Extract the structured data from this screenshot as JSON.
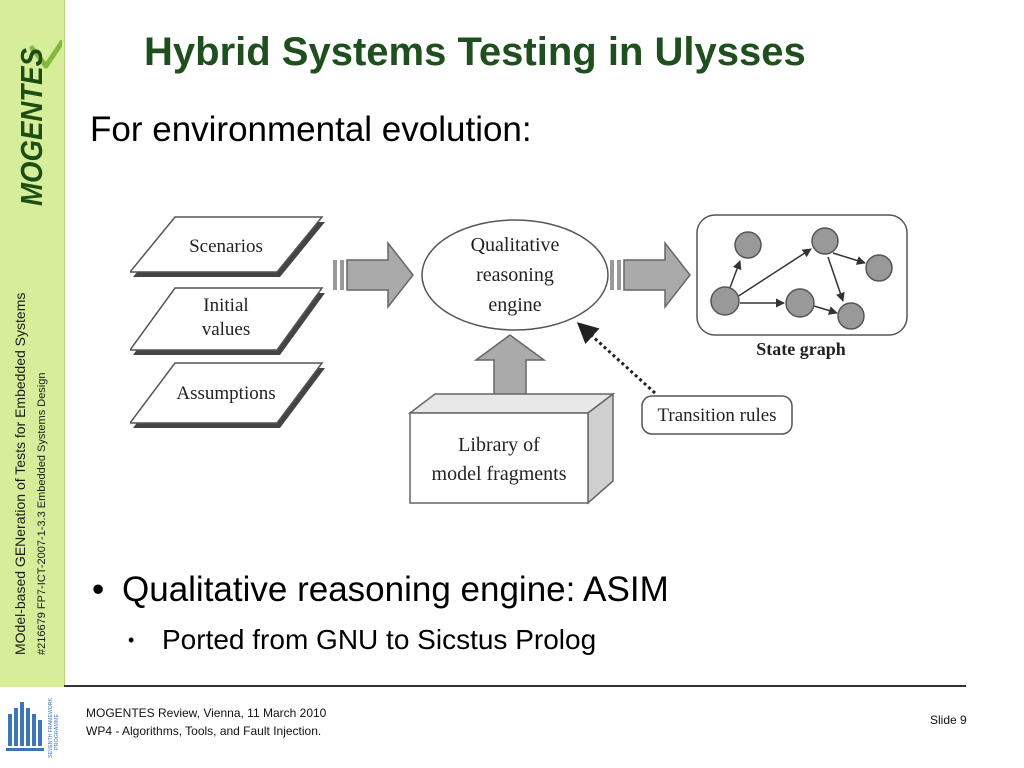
{
  "sidebar": {
    "logo_text": "MOGENTES",
    "project_name": "MOdel-based GENeration of Tests for Embedded Systems",
    "project_id": "#216679 FP7-ICT-2007-1-3.3 Embedded Systems Design",
    "programme_lines": [
      "SEVENTH FRAMEWORK",
      "PROGRAMME"
    ]
  },
  "slide": {
    "title": "Hybrid Systems Testing in Ulysses",
    "subtitle": "For environmental evolution:",
    "bullets": [
      {
        "marker": "•",
        "text": "Qualitative reasoning engine: ASIM"
      },
      {
        "marker": "•",
        "text": "Ported from GNU to Sicstus Prolog"
      }
    ]
  },
  "diagram": {
    "inputs": [
      {
        "lines": [
          "Scenarios"
        ]
      },
      {
        "lines": [
          "Initial",
          "values"
        ]
      },
      {
        "lines": [
          "Assumptions"
        ]
      }
    ],
    "engine_lines": [
      "Qualitative",
      "reasoning",
      "engine"
    ],
    "library_lines": [
      "Library of",
      "model fragments"
    ],
    "rules_label": "Transition rules",
    "graph_label": "State graph"
  },
  "footer": {
    "line1": "MOGENTES Review, Vienna, 11 March 2010",
    "line2": "WP4 - Algorithms, Tools, and Fault Injection.",
    "slide": "Slide 9"
  },
  "colors": {
    "sidebar": "#d6ee9a",
    "title": "#1f4f1f",
    "logo": "#1d4d14"
  }
}
